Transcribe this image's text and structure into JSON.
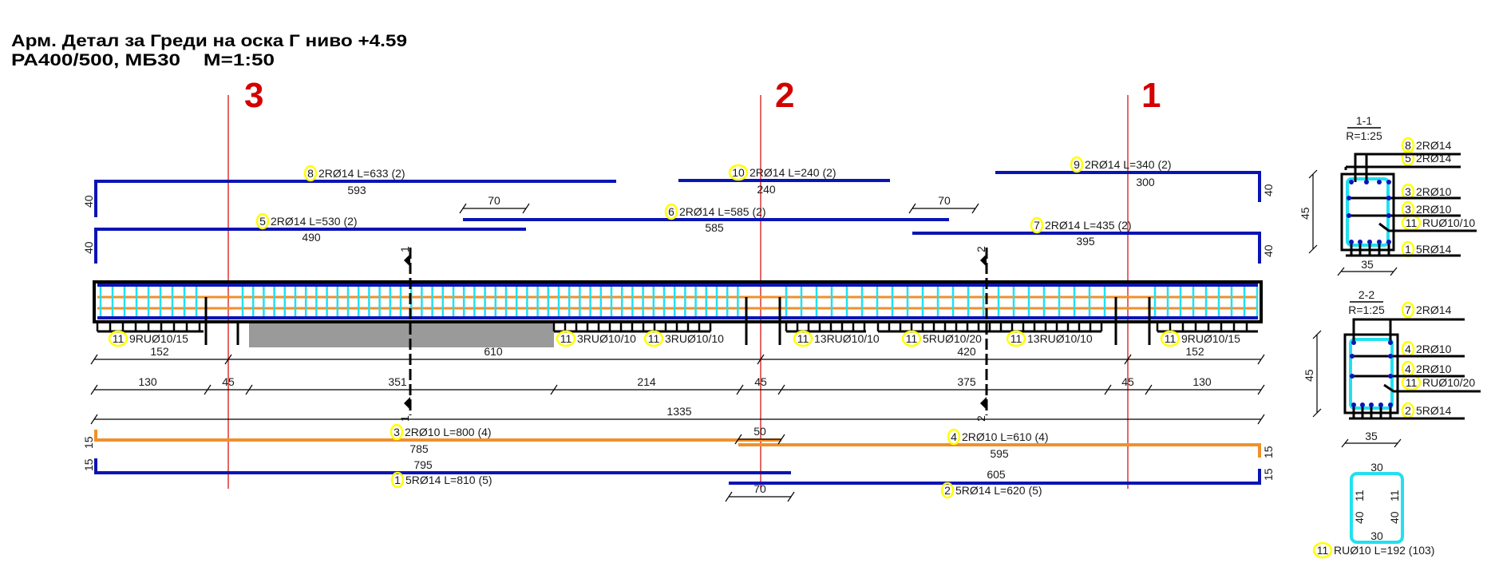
{
  "title": {
    "line1": "Арм. Детал за Греди на оска Г ниво +4.59",
    "line2": "РА400/500, МБ30    M=1:50"
  },
  "axes": [
    "3",
    "2",
    "1"
  ],
  "bars": [
    {
      "mark": "8",
      "spec": "2RØ14 L=633 (2)",
      "length": "593"
    },
    {
      "mark": "10",
      "spec": "2RØ14 L=240 (2)",
      "length": "240"
    },
    {
      "mark": "9",
      "spec": "2RØ14 L=340 (2)",
      "length": "300"
    },
    {
      "mark": "5",
      "spec": "2RØ14 L=530 (2)",
      "length": "490"
    },
    {
      "mark": "6",
      "spec": "2RØ14 L=585 (2)",
      "length": "585"
    },
    {
      "mark": "7",
      "spec": "2RØ14 L=435 (2)",
      "length": "395"
    },
    {
      "mark": "3",
      "spec": "2RØ10 L=800 (4)",
      "length": "785"
    },
    {
      "mark": "4",
      "spec": "2RØ10 L=610 (4)",
      "length": "595"
    },
    {
      "mark": "1",
      "spec": "5RØ14 L=810 (5)",
      "length": "795"
    },
    {
      "mark": "2",
      "spec": "5RØ14 L=620 (5)",
      "length": "605"
    }
  ],
  "hooks": {
    "top": "40",
    "bottom": "15"
  },
  "laps": [
    "70",
    "70",
    "50",
    "70"
  ],
  "stirrup_labels": [
    {
      "mark": "11",
      "spec": "9RUØ10/15"
    },
    {
      "mark": "11",
      "spec": "3RUØ10/10"
    },
    {
      "mark": "11",
      "spec": "3RUØ10/10"
    },
    {
      "mark": "11",
      "spec": "13RUØ10/10"
    },
    {
      "mark": "11",
      "spec": "5RUØ10/20"
    },
    {
      "mark": "11",
      "spec": "13RUØ10/10"
    },
    {
      "mark": "11",
      "spec": "9RUØ10/15"
    }
  ],
  "dimensions": {
    "row1": [
      "152",
      "610",
      "420",
      "152"
    ],
    "row2": [
      "130",
      "45",
      "351",
      "214",
      "45",
      "375",
      "45",
      "130"
    ],
    "total": "1335"
  },
  "section_marks": {
    "cut1": "1",
    "cut2": "2"
  },
  "sections": [
    {
      "title": "1-1",
      "scale": "R=1:25",
      "height": "45",
      "width": "35",
      "callouts": [
        {
          "mark": "8",
          "spec": "2RØ14"
        },
        {
          "mark": "5",
          "spec": "2RØ14"
        },
        {
          "mark": "3",
          "spec": "2RØ10"
        },
        {
          "mark": "3",
          "spec": "2RØ10"
        },
        {
          "mark": "11",
          "spec": "RUØ10/10"
        },
        {
          "mark": "1",
          "spec": "5RØ14"
        }
      ]
    },
    {
      "title": "2-2",
      "scale": "R=1:25",
      "height": "45",
      "width": "35",
      "callouts": [
        {
          "mark": "7",
          "spec": "2RØ14"
        },
        {
          "mark": "4",
          "spec": "2RØ10"
        },
        {
          "mark": "4",
          "spec": "2RØ10"
        },
        {
          "mark": "11",
          "spec": "RUØ10/20"
        },
        {
          "mark": "2",
          "spec": "5RØ14"
        }
      ]
    }
  ],
  "stirrup_detail": {
    "top": "30",
    "bottom": "30",
    "side": "40",
    "hook": "11",
    "mark": "11",
    "spec": "RUØ10 L=192 (103)"
  },
  "colors": {
    "top_bars": "#0a14b4",
    "side_bars": "#f0902a",
    "stirrups": "#22e0f0",
    "axis": "#d40000",
    "mark_circle": "#ffff00"
  }
}
